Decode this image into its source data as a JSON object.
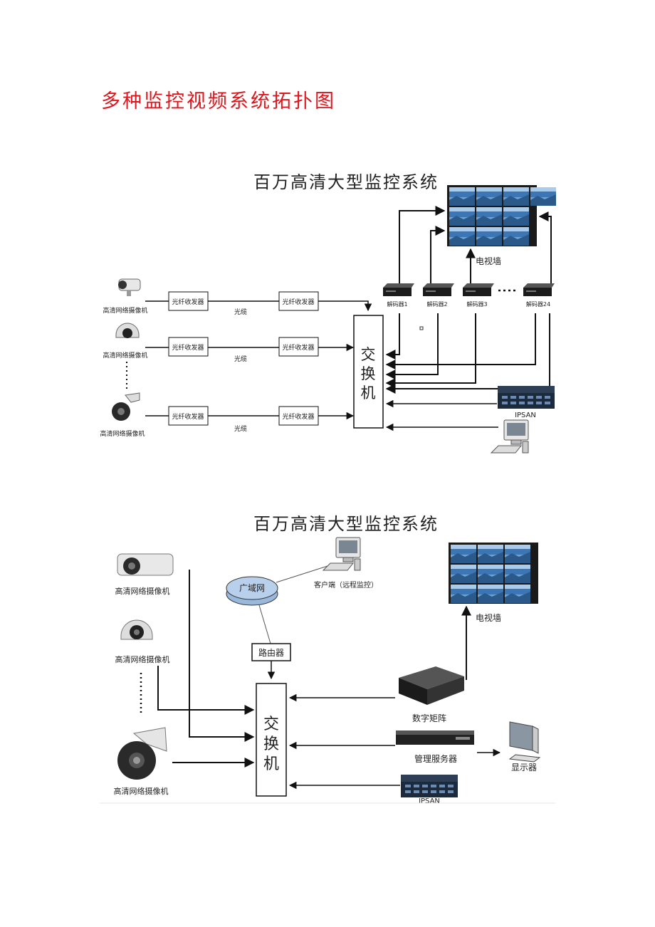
{
  "page_title": "多种监控视频系统拓扑图",
  "diagram1": {
    "title": "百万高清大型监控系统",
    "camera_label": "高清网络摄像机",
    "transceiver": "光纤收发器",
    "cable": "光缆",
    "switch": [
      "交",
      "换",
      "机"
    ],
    "decoders": [
      "解码器1",
      "解码器2",
      "解码器3",
      "解码器24"
    ],
    "tv_wall": "电视墙",
    "storage": "IPSAN"
  },
  "diagram2": {
    "title": "百万高清大型监控系统",
    "camera_label": "高清网络摄像机",
    "wan": "广域网",
    "client": "客户端（远程监控）",
    "router": "路由器",
    "switch": [
      "交",
      "换",
      "机"
    ],
    "tv_wall": "电视墙",
    "matrix": "数字矩阵",
    "server": "管理服务器",
    "display": "显示器",
    "storage": "IPSAN"
  }
}
